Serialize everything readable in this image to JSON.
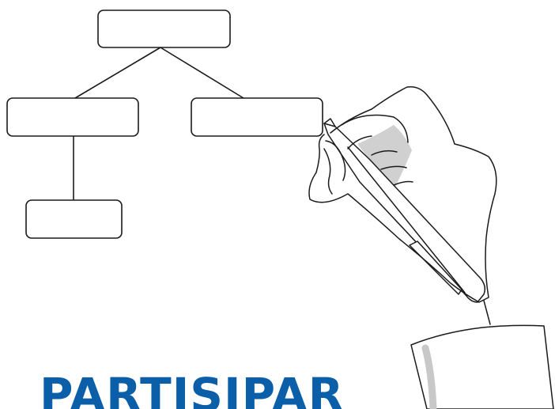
{
  "diagram": {
    "boxes": [
      {
        "id": "root",
        "label": ""
      },
      {
        "id": "left-child",
        "label": ""
      },
      {
        "id": "right-child",
        "label": ""
      },
      {
        "id": "left-grandchild",
        "label": ""
      }
    ],
    "connections": [
      {
        "from": "root",
        "to": "left-child"
      },
      {
        "from": "root",
        "to": "right-child"
      },
      {
        "from": "left-child",
        "to": "left-grandchild"
      }
    ]
  },
  "caption": {
    "text": "PARTISIPAR",
    "color": "#0a5fa8"
  },
  "colors": {
    "stroke": "#1a1a1a",
    "pen_shade": "#d0d0d0",
    "cuff_shade": "#c8c8c8"
  },
  "illustration": "hand-writing-with-pen"
}
